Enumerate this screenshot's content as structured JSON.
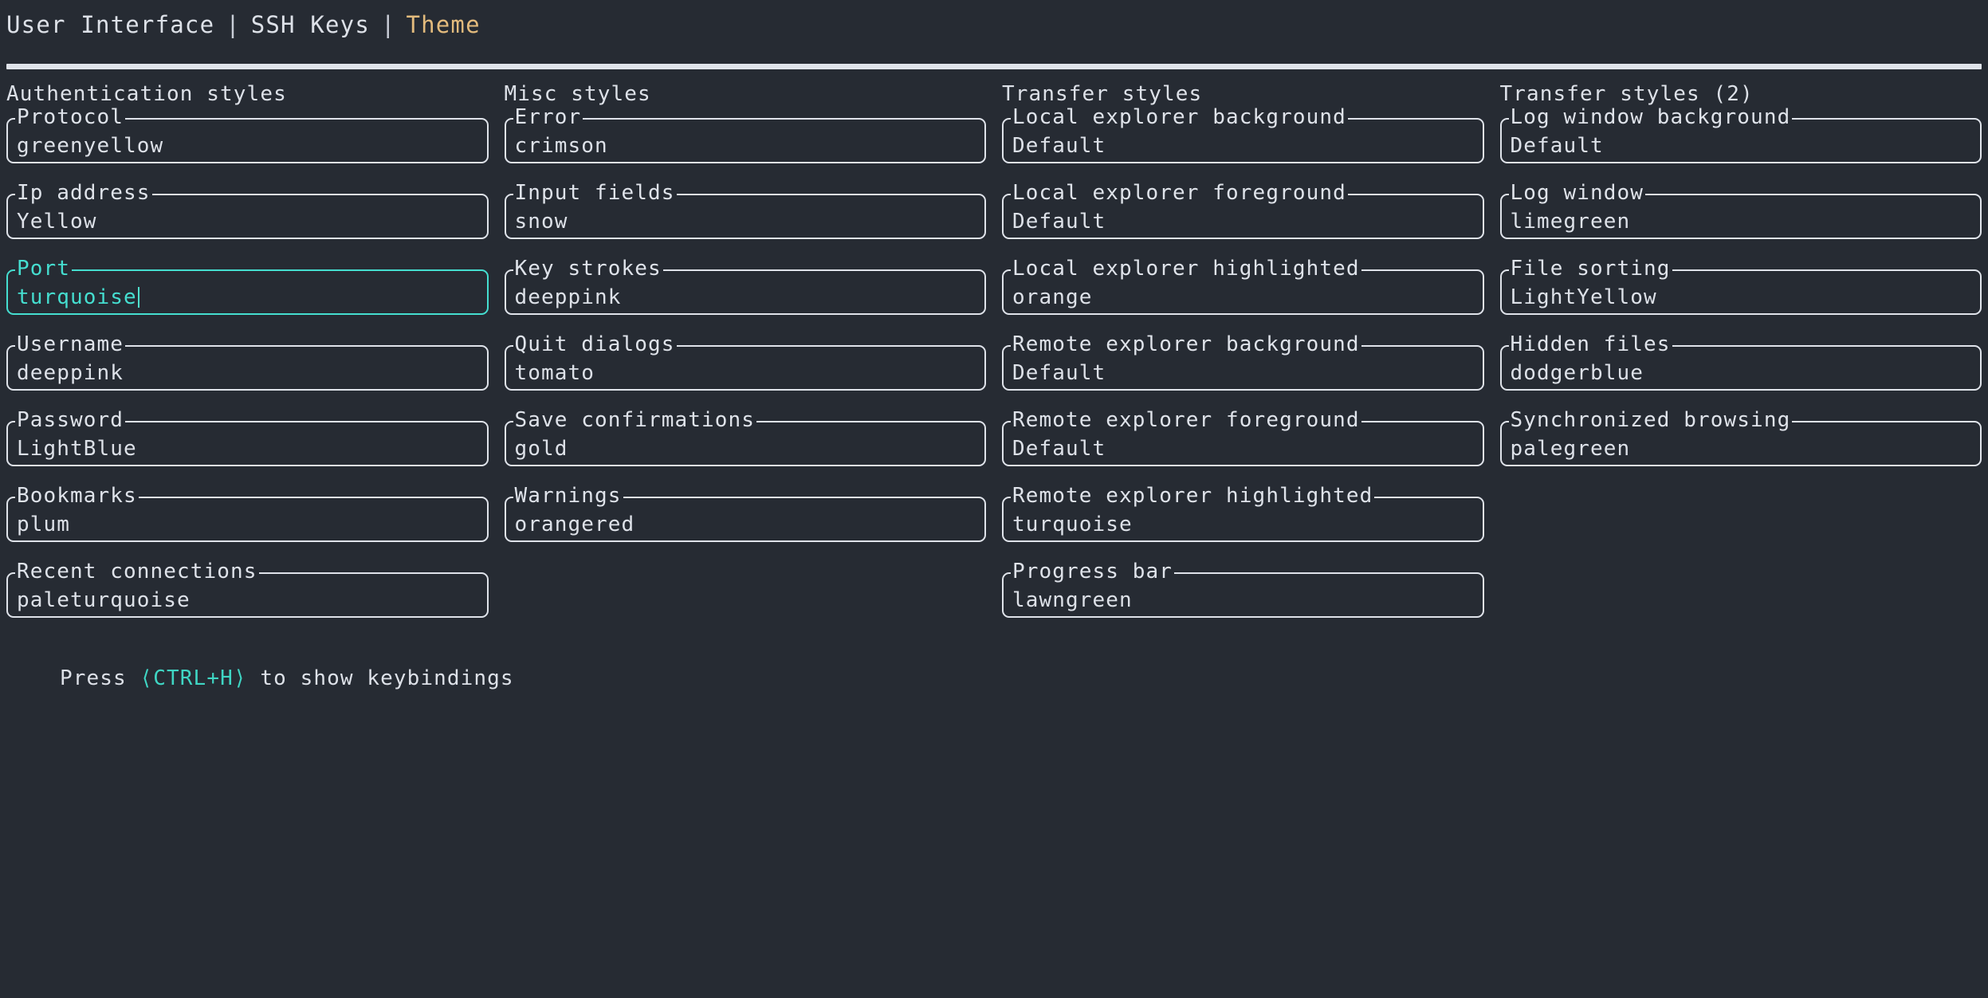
{
  "header": {
    "tabs": [
      {
        "label": "User Interface",
        "active": false
      },
      {
        "label": "SSH Keys",
        "active": false
      },
      {
        "label": "Theme",
        "active": true
      }
    ],
    "separator": "|"
  },
  "colors": {
    "background": "#262b33",
    "foreground": "#dde1e8",
    "border": "#dfe3ea",
    "accent_active_tab": "#e3bb7d",
    "accent_focus": "#45ded0",
    "accent_key": "#3fd6c4"
  },
  "columns": [
    {
      "title": "Authentication styles",
      "fields": [
        {
          "label": "Protocol",
          "value": "greenyellow",
          "focused": false
        },
        {
          "label": "Ip address",
          "value": "Yellow",
          "focused": false
        },
        {
          "label": "Port",
          "value": "turquoise",
          "focused": true
        },
        {
          "label": "Username",
          "value": "deeppink",
          "focused": false
        },
        {
          "label": "Password",
          "value": "LightBlue",
          "focused": false
        },
        {
          "label": "Bookmarks",
          "value": "plum",
          "focused": false
        },
        {
          "label": "Recent connections",
          "value": "paleturquoise",
          "focused": false
        }
      ]
    },
    {
      "title": "Misc styles",
      "fields": [
        {
          "label": "Error",
          "value": "crimson",
          "focused": false
        },
        {
          "label": "Input fields",
          "value": "snow",
          "focused": false
        },
        {
          "label": "Key strokes",
          "value": "deeppink",
          "focused": false
        },
        {
          "label": "Quit dialogs",
          "value": "tomato",
          "focused": false
        },
        {
          "label": "Save confirmations",
          "value": "gold",
          "focused": false
        },
        {
          "label": "Warnings",
          "value": "orangered",
          "focused": false
        }
      ]
    },
    {
      "title": "Transfer styles",
      "fields": [
        {
          "label": "Local explorer background",
          "value": "Default",
          "focused": false
        },
        {
          "label": "Local explorer foreground",
          "value": "Default",
          "focused": false
        },
        {
          "label": "Local explorer highlighted",
          "value": "orange",
          "focused": false
        },
        {
          "label": "Remote explorer background",
          "value": "Default",
          "focused": false
        },
        {
          "label": "Remote explorer foreground",
          "value": "Default",
          "focused": false
        },
        {
          "label": "Remote explorer highlighted",
          "value": "turquoise",
          "focused": false
        },
        {
          "label": "Progress bar",
          "value": "lawngreen",
          "focused": false
        }
      ]
    },
    {
      "title": "Transfer styles (2)",
      "fields": [
        {
          "label": "Log window background",
          "value": "Default",
          "focused": false
        },
        {
          "label": "Log window",
          "value": "limegreen",
          "focused": false
        },
        {
          "label": "File sorting",
          "value": "LightYellow",
          "focused": false
        },
        {
          "label": "Hidden files",
          "value": "dodgerblue",
          "focused": false
        },
        {
          "label": "Synchronized browsing",
          "value": "palegreen",
          "focused": false
        }
      ]
    }
  ],
  "footer": {
    "prefix": "Press ",
    "key": "⟨CTRL+H⟩",
    "suffix": " to show keybindings"
  }
}
